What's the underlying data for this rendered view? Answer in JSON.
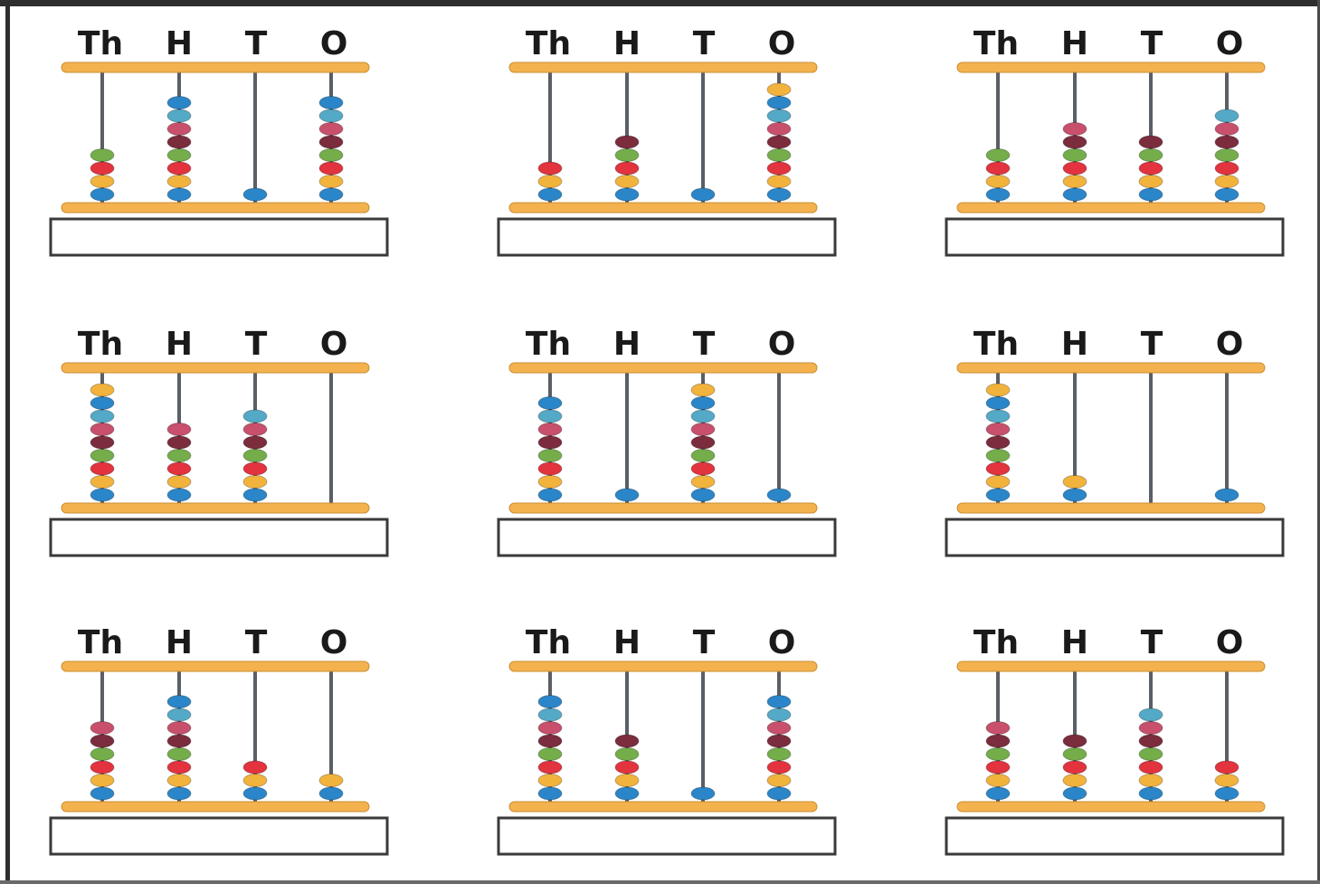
{
  "worksheet": {
    "column_labels": [
      "Th",
      "H",
      "T",
      "O"
    ],
    "bead_colors": [
      "#2a86c8",
      "#f2b33d",
      "#e2333f",
      "#74ad4a",
      "#7b2c3d",
      "#c8506d",
      "#54a9c7"
    ],
    "frame_color": "#f4b24f",
    "rod_color": "#5a5f66",
    "abacuses": [
      {
        "id": "abacus-1",
        "beads": [
          4,
          8,
          1,
          8
        ],
        "answer": ""
      },
      {
        "id": "abacus-2",
        "beads": [
          3,
          5,
          1,
          9
        ],
        "answer": ""
      },
      {
        "id": "abacus-3",
        "beads": [
          4,
          6,
          5,
          7
        ],
        "answer": ""
      },
      {
        "id": "abacus-4",
        "beads": [
          9,
          6,
          7,
          0
        ],
        "answer": ""
      },
      {
        "id": "abacus-5",
        "beads": [
          8,
          1,
          9,
          1
        ],
        "answer": ""
      },
      {
        "id": "abacus-6",
        "beads": [
          9,
          2,
          0,
          1
        ],
        "answer": ""
      },
      {
        "id": "abacus-7",
        "beads": [
          6,
          8,
          3,
          2
        ],
        "answer": ""
      },
      {
        "id": "abacus-8",
        "beads": [
          8,
          5,
          1,
          8
        ],
        "answer": ""
      },
      {
        "id": "abacus-9",
        "beads": [
          6,
          5,
          7,
          3
        ],
        "answer": ""
      }
    ]
  }
}
